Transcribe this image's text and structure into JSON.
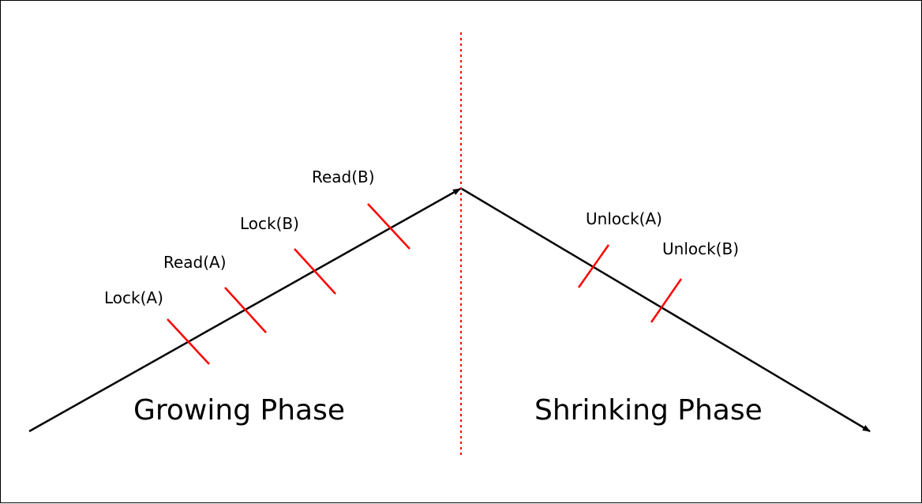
{
  "diagram": {
    "phases": {
      "growing": "Growing Phase",
      "shrinking": "Shrinking Phase"
    },
    "events": {
      "lock_a": "Lock(A)",
      "read_a": "Read(A)",
      "lock_b": "Lock(B)",
      "read_b": "Read(B)",
      "unlock_a": "Unlock(A)",
      "unlock_b": "Unlock(B)"
    },
    "colors": {
      "line": "#000000",
      "tick": "#ff0000",
      "divider": "#ff0000"
    }
  }
}
